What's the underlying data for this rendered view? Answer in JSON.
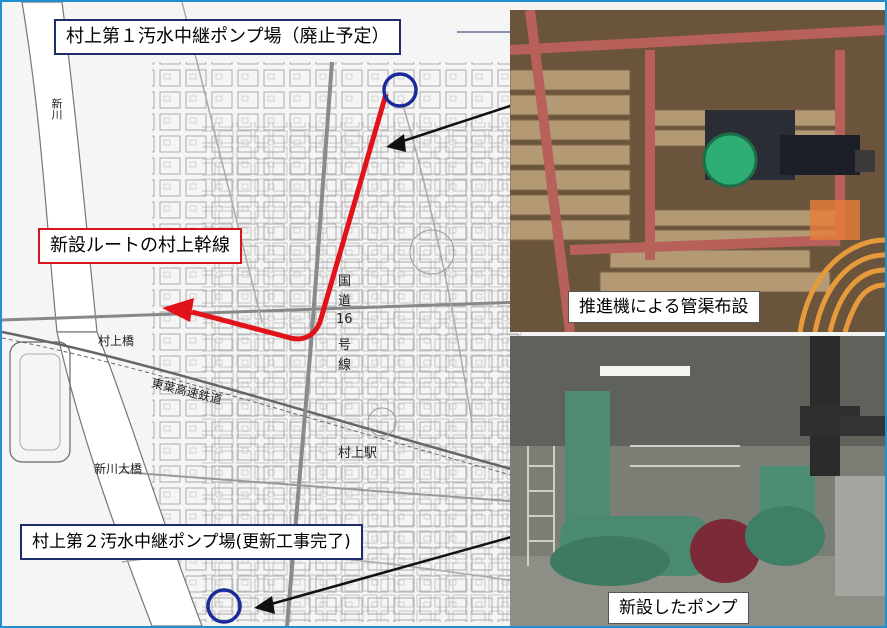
{
  "labels": {
    "pump1": "村上第１汚水中継ポンプ場（廃止予定）",
    "route": "新設ルートの村上幹線",
    "pump2": "村上第２汚水中継ポンプ場(更新工事完了)"
  },
  "captions": {
    "photo1": "推進機による管渠布設",
    "photo2": "新設したポンプ"
  },
  "map_labels": {
    "river": "新川",
    "bridge": "村上橋",
    "railway": "東葉高速鉄道",
    "route16_a": "国",
    "route16_b": "道",
    "route16_c": "16",
    "route16_d": "号",
    "route16_e": "線",
    "station": "村上駅",
    "big_bridge": "新川大橋"
  },
  "colors": {
    "frame": "#1f8fd0",
    "route_line": "#e2121b",
    "marker": "#1b2a9a",
    "label_border_blue": "#1d2d6e",
    "label_border_red": "#d4161c"
  }
}
